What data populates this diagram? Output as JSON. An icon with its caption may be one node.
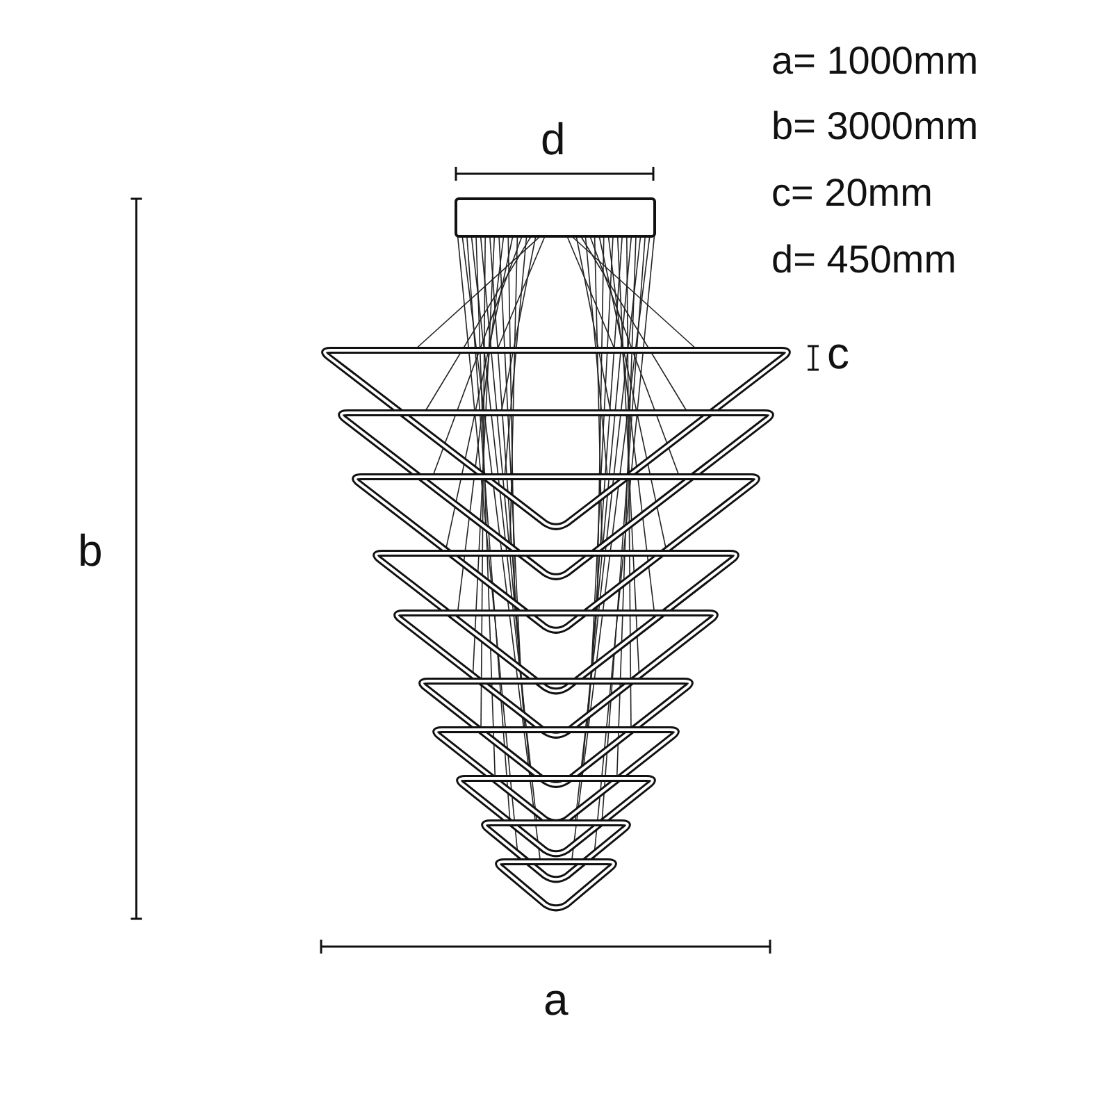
{
  "diagram": {
    "labels": [
      "a= 1000mm",
      "b= 3000mm",
      "c= 20mm",
      "d= 450mm",
      "d",
      "c",
      "b",
      "a"
    ]
  }
}
